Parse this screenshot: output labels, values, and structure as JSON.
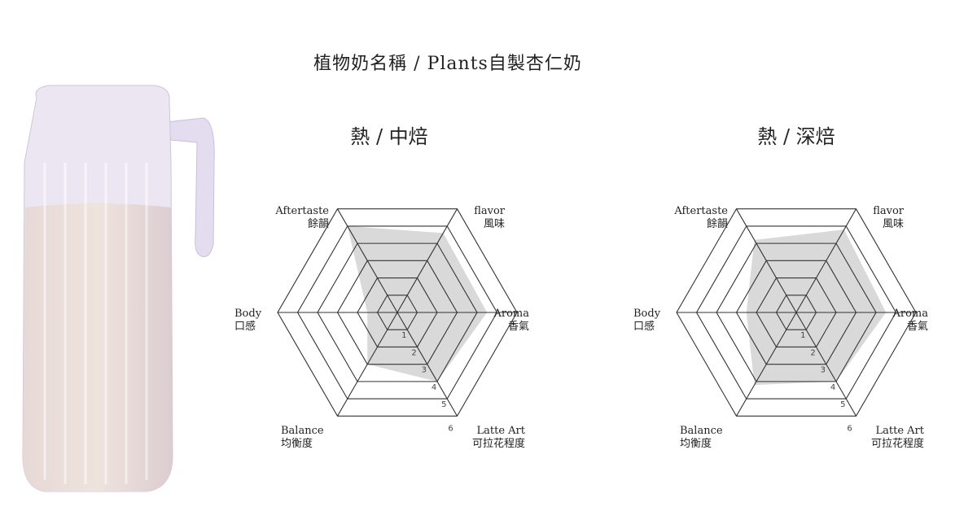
{
  "title": "植物奶名稱 / Plants自製杏仁奶",
  "chart_data": [
    {
      "type": "radar",
      "title": "熱 / 中焙",
      "axes": [
        {
          "en": "Aftertaste",
          "zh": "餘韻"
        },
        {
          "en": "flavor",
          "zh": "風味"
        },
        {
          "en": "Aroma",
          "zh": "香氣"
        },
        {
          "en": "Latte Art",
          "zh": "可拉花程度"
        },
        {
          "en": "Balance",
          "zh": "均衡度"
        },
        {
          "en": "Body",
          "zh": "口感"
        }
      ],
      "values": [
        5,
        4.6,
        4.5,
        4,
        3,
        1.5
      ],
      "range": [
        0,
        6
      ],
      "ticks": [
        "1",
        "2",
        "3",
        "4",
        "5",
        "6"
      ],
      "fill": "#d9d9d9"
    },
    {
      "type": "radar",
      "title": "熱 / 深焙",
      "axes": [
        {
          "en": "Aftertaste",
          "zh": "餘韻"
        },
        {
          "en": "flavor",
          "zh": "風味"
        },
        {
          "en": "Aroma",
          "zh": "香氣"
        },
        {
          "en": "Latte Art",
          "zh": "可拉花程度"
        },
        {
          "en": "Balance",
          "zh": "均衡度"
        },
        {
          "en": "Body",
          "zh": "口感"
        }
      ],
      "values": [
        4.2,
        4.8,
        4.5,
        4,
        4.2,
        2.5
      ],
      "range": [
        0,
        6
      ],
      "ticks": [
        "1",
        "2",
        "3",
        "4",
        "5",
        "6"
      ],
      "fill": "#d9d9d9"
    }
  ]
}
